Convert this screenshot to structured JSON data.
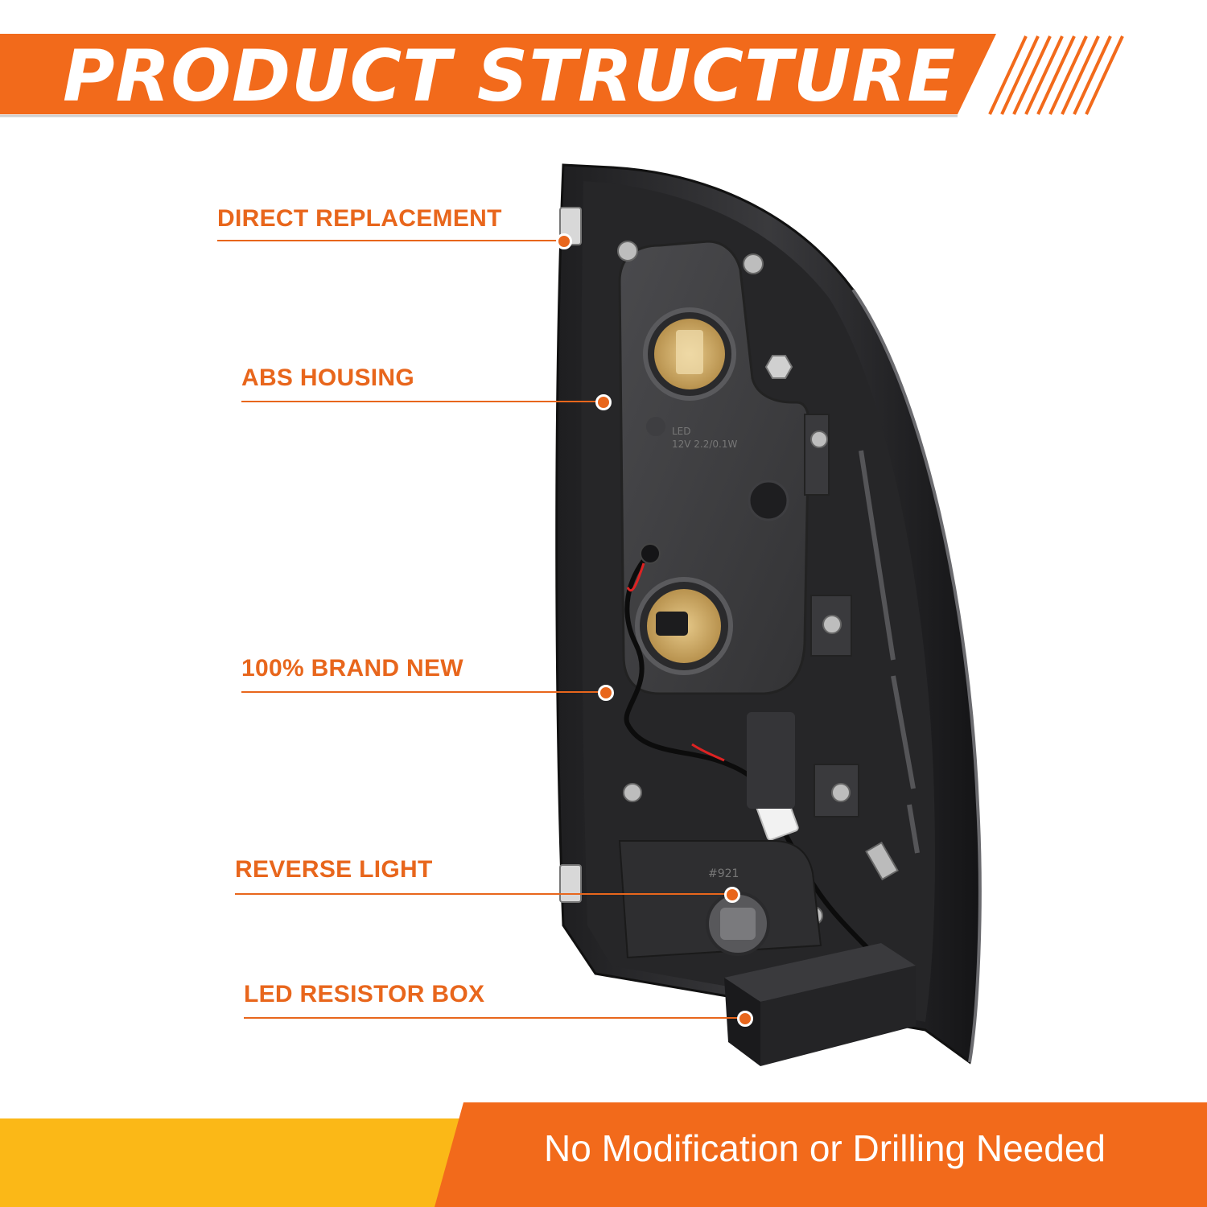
{
  "header": {
    "title": "PRODUCT STRUCTURE"
  },
  "callouts": [
    {
      "label": "DIRECT REPLACEMENT"
    },
    {
      "label": "ABS HOUSING"
    },
    {
      "label": "100% BRAND NEW"
    },
    {
      "label": "REVERSE LIGHT"
    },
    {
      "label": "LED RESISTOR BOX"
    }
  ],
  "product": {
    "molded_text": [
      "LED",
      "12V 2.2/0.1W",
      "#921"
    ]
  },
  "footer": {
    "text": "No Modification or Drilling Needed"
  },
  "colors": {
    "accent_orange": "#f26a1b",
    "callout_orange": "#e8661c",
    "footer_yellow": "#fbb817",
    "housing_dark": "#2b2b2d"
  }
}
